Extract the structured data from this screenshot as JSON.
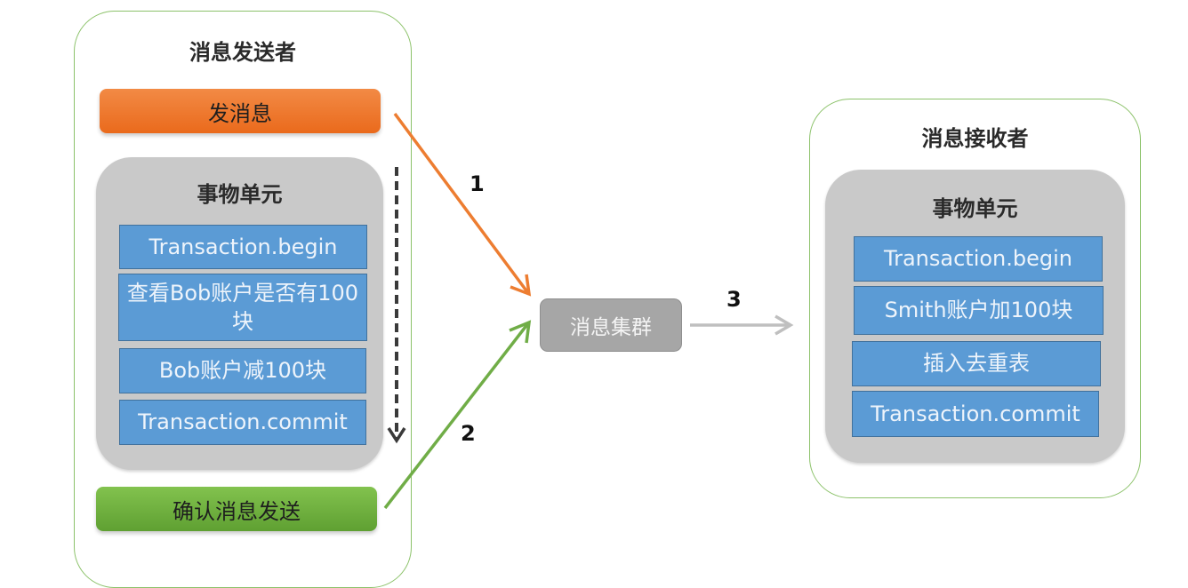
{
  "sender": {
    "title": "消息发送者",
    "send_button": "发消息",
    "unit": {
      "title": "事物单元",
      "steps": [
        "Transaction.begin",
        "查看Bob账户是否有100块",
        "Bob账户减100块",
        "Transaction.commit"
      ]
    },
    "confirm_button": "确认消息发送"
  },
  "cluster": {
    "label": "消息集群"
  },
  "arrows": [
    {
      "label": "1",
      "from": "发消息",
      "to": "消息集群",
      "color": "#ed7d31"
    },
    {
      "label": "2",
      "from": "确认消息发送",
      "to": "消息集群",
      "color": "#70ad47"
    },
    {
      "label": "3",
      "from": "消息集群",
      "to": "消息接收者",
      "color": "#bfbfbf"
    }
  ],
  "receiver": {
    "title": "消息接收者",
    "unit": {
      "title": "事物单元",
      "steps": [
        "Transaction.begin",
        "Smith账户加100块",
        "插入去重表",
        "Transaction.commit"
      ]
    }
  }
}
